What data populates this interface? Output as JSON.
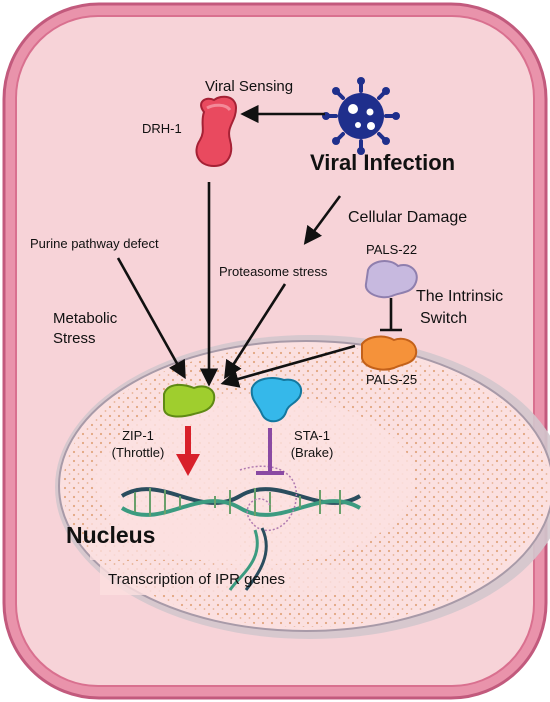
{
  "labels": {
    "viral_sensing": "Viral Sensing",
    "drh1": "DRH-1",
    "viral_infection": "Viral Infection",
    "cellular_damage": "Cellular Damage",
    "purine_defect": "Purine pathway defect",
    "proteasome_stress": "Proteasome stress",
    "pals22": "PALS-22",
    "intrinsic_switch_line1": "The Intrinsic",
    "intrinsic_switch_line2": "Switch",
    "metabolic_line1": "Metabolic",
    "metabolic_line2": "Stress",
    "pals25": "PALS-25",
    "zip1_line1": "ZIP-1",
    "zip1_line2": "(Throttle)",
    "sta1_line1": "STA-1",
    "sta1_line2": "(Brake)",
    "nucleus": "Nucleus",
    "transcription": "Transcription of IPR genes"
  },
  "icons": [
    "virus-icon",
    "dna-icon"
  ],
  "colors": {
    "cell_fill": "#f7d3d8",
    "cell_border": "#d9708f",
    "nucleus_fill": "#fbe0e0",
    "nucleus_dots": "#d9915f",
    "drh1": "#e94a5f",
    "virus": "#1f2f8c",
    "pals22": "#c7b9df",
    "pals25": "#f5923a",
    "zip1": "#9fce2e",
    "sta1": "#35b8ea",
    "throttle_arrow": "#d8202a",
    "brake_bar": "#8a4aa3"
  }
}
